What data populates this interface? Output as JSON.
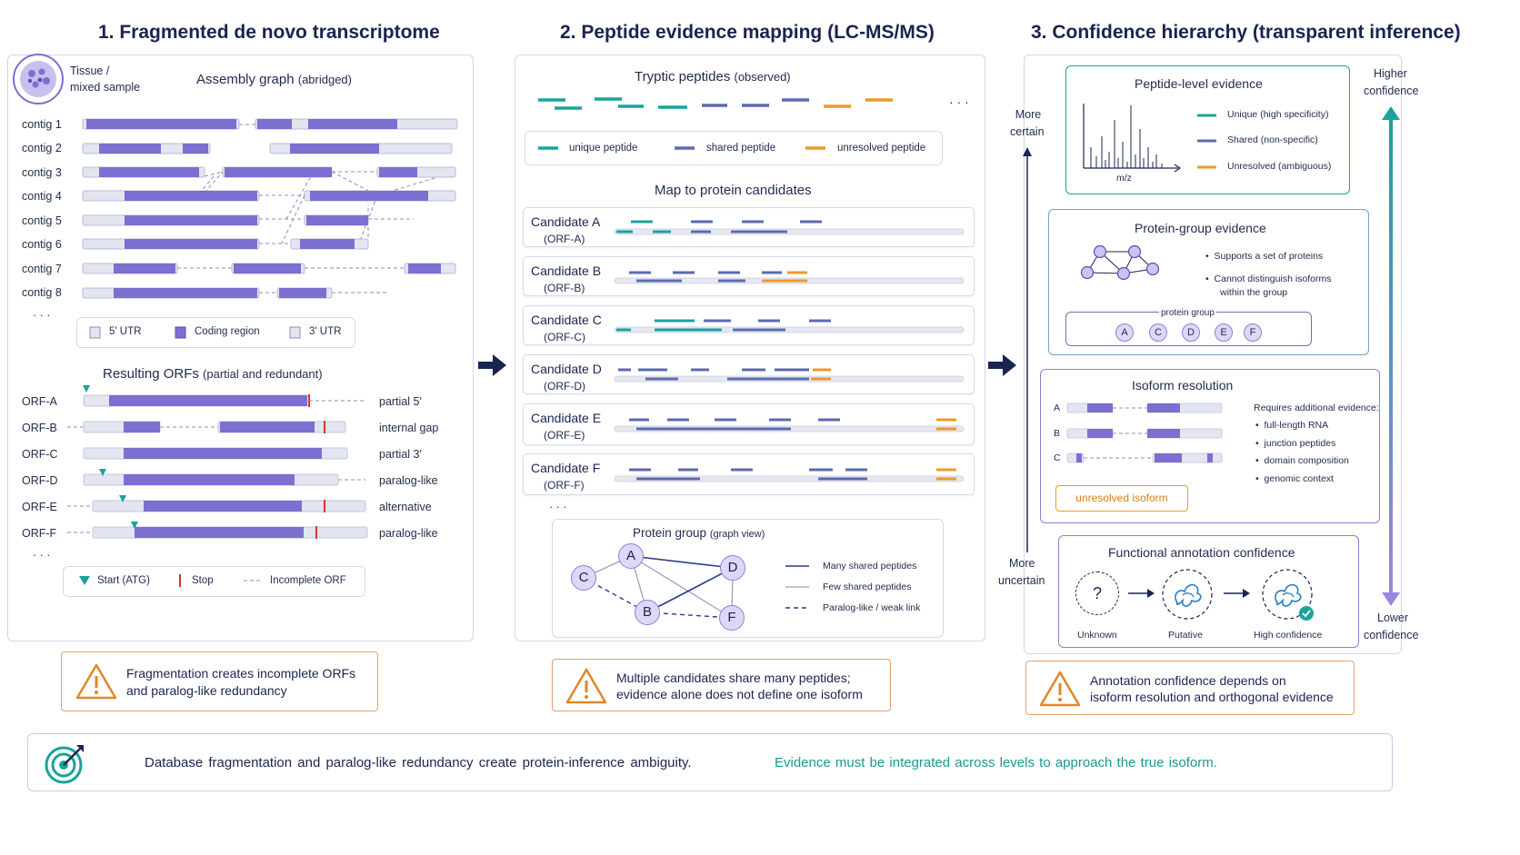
{
  "colors": {
    "purple": "#7b6fd0",
    "teal": "#1aa39c",
    "slate": "#5c6ab0",
    "orange": "#ec9a2a",
    "navy": "#1a2450",
    "red": "#d9342b"
  },
  "sections": {
    "s1": "1. Fragmented de novo transcriptome",
    "s2": "2. Peptide evidence mapping (LC-MS/MS)",
    "s3": "3. Confidence hierarchy (transparent inference)"
  },
  "panel1": {
    "tissue": "Tissue /",
    "tissue2": "mixed sample",
    "assembly": "Assembly graph",
    "assembly_sub": "(abridged)",
    "contigs": [
      "contig 1",
      "contig 2",
      "contig 3",
      "contig 4",
      "contig 5",
      "contig 6",
      "contig 7",
      "contig 8"
    ],
    "ellipsis": "· · ·",
    "legend": {
      "utr5": "5' UTR",
      "coding": "Coding region",
      "utr3": "3' UTR"
    },
    "orf_title": "Resulting ORFs",
    "orf_sub": "(partial and redundant)",
    "orfs": [
      {
        "name": "ORF-A",
        "note": "partial 5'"
      },
      {
        "name": "ORF-B",
        "note": "internal gap"
      },
      {
        "name": "ORF-C",
        "note": "partial 3'"
      },
      {
        "name": "ORF-D",
        "note": "paralog-like"
      },
      {
        "name": "ORF-E",
        "note": "alternative"
      },
      {
        "name": "ORF-F",
        "note": "paralog-like"
      }
    ],
    "orf_legend": {
      "start": "Start (ATG)",
      "stop": "Stop",
      "incomplete": "Incomplete ORF"
    },
    "warning": [
      "Fragmentation creates incomplete ORFs",
      "and paralog-like redundancy"
    ]
  },
  "panel2": {
    "tryptic": "Tryptic peptides",
    "tryptic_sub": "(observed)",
    "dots": "· · ·",
    "legend": {
      "unique": "unique peptide",
      "shared": "shared peptide",
      "unresolved": "unresolved peptide"
    },
    "map_title": "Map to protein candidates",
    "candidates": [
      {
        "name": "Candidate A",
        "sub": "(ORF-A)"
      },
      {
        "name": "Candidate B",
        "sub": "(ORF-B)"
      },
      {
        "name": "Candidate C",
        "sub": "(ORF-C)"
      },
      {
        "name": "Candidate D",
        "sub": "(ORF-D)"
      },
      {
        "name": "Candidate E",
        "sub": "(ORF-E)"
      },
      {
        "name": "Candidate F",
        "sub": "(ORF-F)"
      }
    ],
    "more": "· · ·",
    "group_title": "Protein group",
    "group_sub": "(graph view)",
    "nodes": [
      "A",
      "C",
      "D",
      "B",
      "F"
    ],
    "group_legend": {
      "many": "Many shared peptides",
      "few": "Few shared peptides",
      "weak": "Paralog-like / weak link"
    },
    "warning": [
      "Multiple candidates share many peptides;",
      "evidence alone does not define one isoform"
    ]
  },
  "panel3": {
    "more_certain": [
      "More",
      "certain"
    ],
    "more_uncertain": [
      "More",
      "uncertain"
    ],
    "higher": [
      "Higher",
      "confidence"
    ],
    "lower": [
      "Lower",
      "confidence"
    ],
    "peptide_level": {
      "title": "Peptide-level evidence",
      "axis": "m/z",
      "unique": "Unique (high specificity)",
      "shared": "Shared (non-specific)",
      "unresolved": "Unresolved (ambiguous)"
    },
    "protein_group": {
      "title": "Protein-group evidence",
      "b1": "Supports a set of proteins",
      "b2": "Cannot distinguish isoforms",
      "b2b": "within the group",
      "group_label": "protein group",
      "members": [
        "A",
        "C",
        "D",
        "E",
        "F"
      ]
    },
    "isoform": {
      "title": "Isoform resolution",
      "rows": [
        "A",
        "B",
        "C"
      ],
      "req": "Requires additional evidence:",
      "items": [
        "full-length RNA",
        "junction peptides",
        "domain composition",
        "genomic context"
      ],
      "badge": "unresolved isoform"
    },
    "functional": {
      "title": "Functional annotation confidence",
      "unknown": "Unknown",
      "putative": "Putative",
      "high": "High confidence",
      "q": "?"
    },
    "warning": [
      "Annotation confidence depends on",
      "isoform resolution and orthogonal evidence"
    ]
  },
  "footer": {
    "left": "Database fragmentation and paralog-like redundancy create protein-inference ambiguity.",
    "right": "Evidence must be integrated across levels to approach the true isoform."
  }
}
